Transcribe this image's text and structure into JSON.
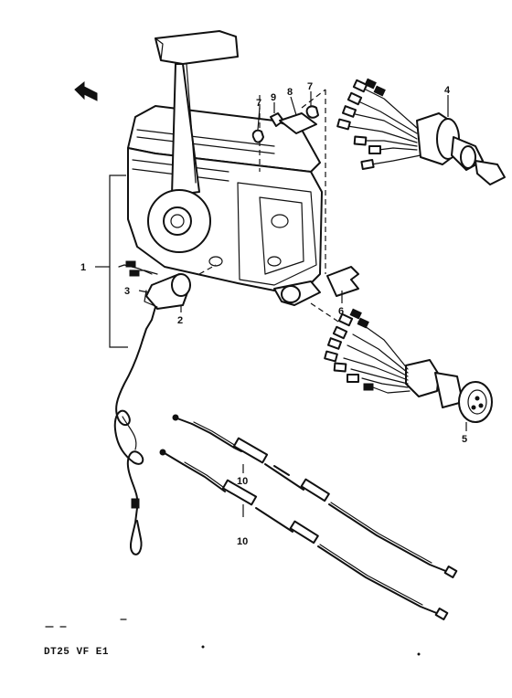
{
  "diagram": {
    "model_code": "DT25 VF E1",
    "callouts": {
      "c1": "1",
      "c2": "2",
      "c3": "3",
      "c4": "4",
      "c5": "5",
      "c6": "6",
      "c7a": "7",
      "c7b": "7",
      "c8": "8",
      "c9": "9",
      "c10a": "10",
      "c10b": "10"
    }
  }
}
